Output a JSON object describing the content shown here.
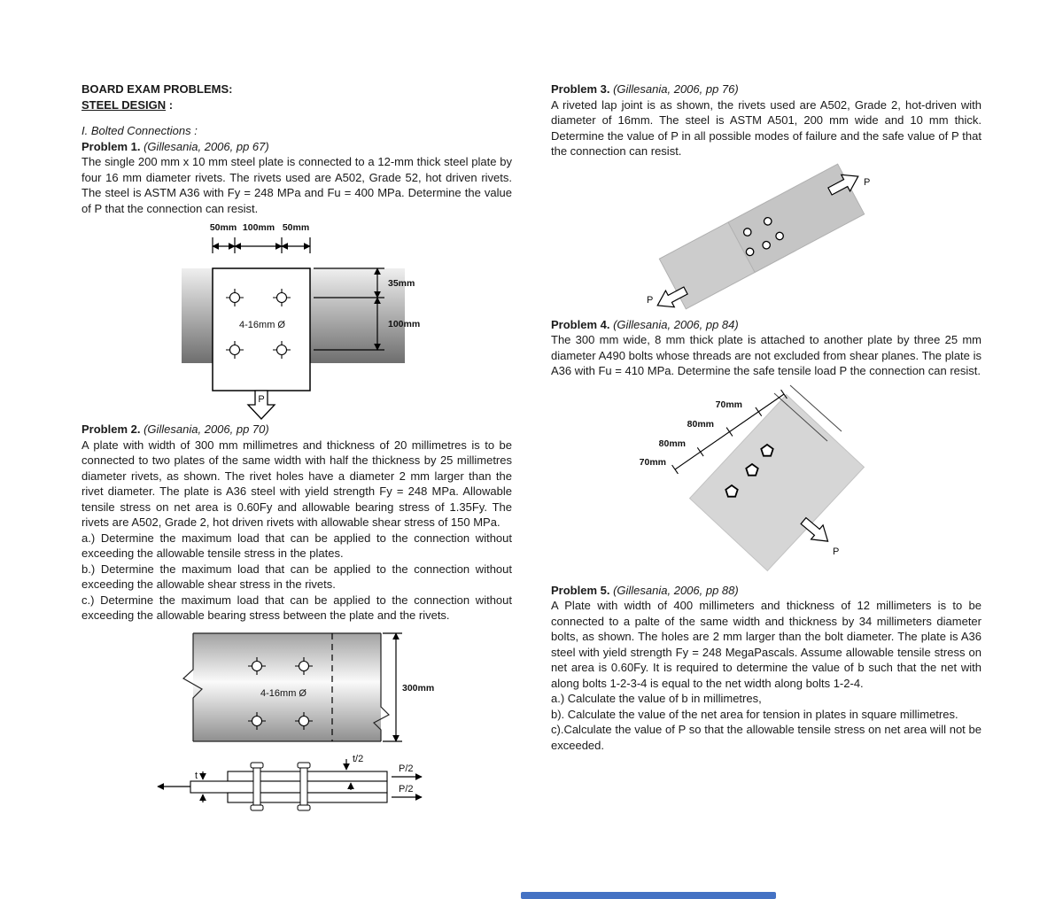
{
  "doc": {
    "title": "BOARD EXAM PROBLEMS:",
    "subtitle": "STEEL DESIGN",
    "subtitle_suffix": " :",
    "section_heading": "I. Bolted Connections :"
  },
  "problem1": {
    "label": "Problem 1.",
    "cite": " (Gillesania, 2006, pp 67)",
    "body": "The single 200 mm x 10 mm steel plate is connected to a 12-mm thick steel plate by four 16 mm diameter rivets. The rivets used are A502, Grade 52, hot driven rivets. The steel is ASTM A36 with Fy = 248 MPa and Fu = 400 MPa.  Determine the value of P that the connection can resist."
  },
  "problem2": {
    "label": "Problem 2.",
    "cite": " (Gillesania, 2006, pp 70)",
    "body": "A plate with width of 300 mm millimetres and thickness of 20 millimetres is to be connected to two plates of the same width with half the thickness by 25 millimetres diameter rivets, as shown. The rivet holes have a diameter 2 mm larger than the rivet diameter. The plate is A36 steel with yield strength Fy = 248 MPa. Allowable tensile stress on net area is 0.60Fy and allowable bearing stress of 1.35Fy. The rivets are A502, Grade 2, hot driven rivets with allowable shear stress of 150 MPa.",
    "item_a": "a.) Determine the maximum load that can be applied to the connection without exceeding the allowable tensile stress in the plates.",
    "item_b": "b.) Determine the maximum load that can be applied to the connection without exceeding the allowable shear stress in the rivets.",
    "item_c": "c.) Determine the maximum load that can be applied to the connection without exceeding the allowable bearing stress between the plate and the rivets."
  },
  "problem3": {
    "label": "Problem 3.",
    "cite": " (Gillesania, 2006, pp 76)",
    "body": "A riveted lap joint is as shown, the rivets used are A502, Grade 2, hot-driven with diameter of 16mm. The steel is ASTM A501, 200 mm wide and 10 mm thick. Determine the value of P in all possible modes of failure and the safe value of P that the connection can resist."
  },
  "problem4": {
    "label": "Problem 4.",
    "cite": " (Gillesania, 2006, pp 84)",
    "body": "The 300 mm wide, 8 mm thick plate is attached to another plate by three 25 mm diameter A490 bolts whose threads are not excluded from shear planes. The plate is A36 with Fu = 410 MPa. Determine the safe tensile load P the connection can resist."
  },
  "problem5": {
    "label": "Problem 5.",
    "cite": " (Gillesania, 2006, pp 88)",
    "body": "A Plate with width of 400 millimeters and thickness of 12 millimeters is to be connected to a palte of the same width and thickness by 34 millimeters diameter bolts, as shown. The holes are 2 mm larger than the bolt diameter. The plate is A36 steel with yield strength Fy = 248 MegaPascals.  Assume allowable tensile stress on net area is 0.60Fy. It is required to determine the value of b such that the net with along bolts 1-2-3-4 is equal to the net width along bolts 1-2-4.",
    "item_a": "a.) Calculate the value of b in millimetres,",
    "item_b": "b). Calculate the value of the net area for tension in plates in square millimetres.",
    "item_c": "c).Calculate the value of P so that the allowable tensile stress on net area will not be exceeded."
  },
  "fig1": {
    "dim_top_left": "50mm",
    "dim_top_mid": "100mm",
    "dim_top_right": "50mm",
    "dim_right_top": "35mm",
    "dim_right_bottom": "100mm",
    "rivet_note": "4-16mm Ø",
    "load_label": "P"
  },
  "fig2": {
    "rivet_note": "4-16mm Ø",
    "dim_width": "300mm",
    "label_t_half": "t/2",
    "label_t": "t",
    "label_p_half_top": "P/2",
    "label_p_half_bottom": "P/2"
  },
  "fig3": {
    "load_top": "P",
    "load_bottom": "P"
  },
  "fig4": {
    "dim_1": "70mm",
    "dim_2": "80mm",
    "dim_3": "80mm",
    "dim_4": "70mm",
    "load_label": "P"
  },
  "footer": {
    "accent_bar_color": "#4472c4"
  }
}
